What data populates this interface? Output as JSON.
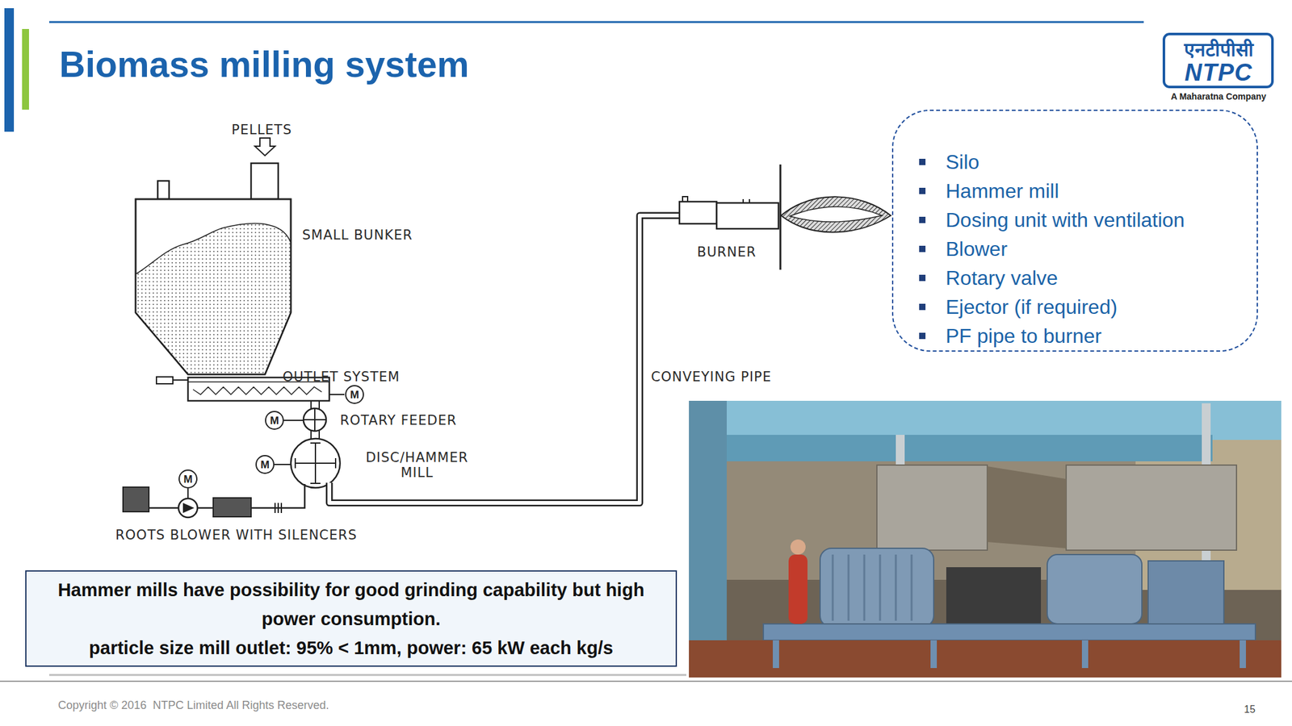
{
  "diagram": {
    "title": "Biomass milling system",
    "nodes": [
      {
        "text": [
          "Silo",
          "Hammer mill",
          "Dosing unit with ventilation",
          "Blower",
          "Rotary valve",
          "Ejector (if required)",
          "PF pipe to burner"
        ]
      },
      {
        "text": [
          "M"
        ]
      },
      {
        "text": [
          "M"
        ]
      },
      {
        "text": [
          "M"
        ]
      },
      {
        "text": [
          "M"
        ]
      },
      {
        "text": [
          "Hammer mills have possibility for good grinding capability but high power consumption.",
          "particle size mill outlet: 95% < 1mm, power: 65 kW each kg/s"
        ]
      }
    ],
    "labels": [
      "PELLETS",
      "SMALL BUNKER",
      "BURNER",
      "OUTLET SYSTEM",
      "CONVEYING PIPE",
      "ROTARY FEEDER",
      "DISC/HAMMER MILL",
      "ROOTS BLOWER WITH SILENCERS",
      "एनटीपीसी",
      "NTPC",
      "A Maharatna Company",
      "Copyright © 2016  NTPC Limited All Rights Reserved.",
      "15"
    ]
  }
}
